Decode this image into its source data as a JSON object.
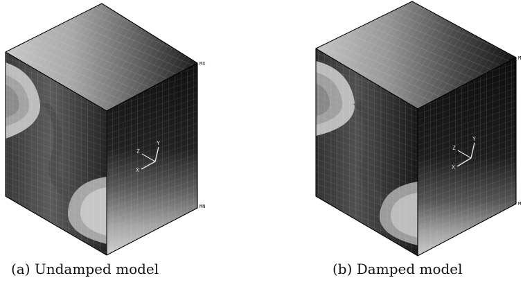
{
  "figure": {
    "panels": [
      {
        "id": "a",
        "caption": "(a) Undamped model",
        "max_label": "MX",
        "min_label": "MN",
        "axis_labels": {
          "x": "X",
          "y": "Y",
          "z": "Z"
        }
      },
      {
        "id": "b",
        "caption": "(b) Damped model",
        "max_label": "M",
        "min_label": "M",
        "axis_labels": {
          "x": "X",
          "y": "Y",
          "z": "Z"
        }
      }
    ],
    "colors": {
      "light": "#c8c8c8",
      "mid": "#6e6e6e",
      "dark": "#151515",
      "edge": "#000000",
      "mesh": "#ffffff"
    }
  }
}
